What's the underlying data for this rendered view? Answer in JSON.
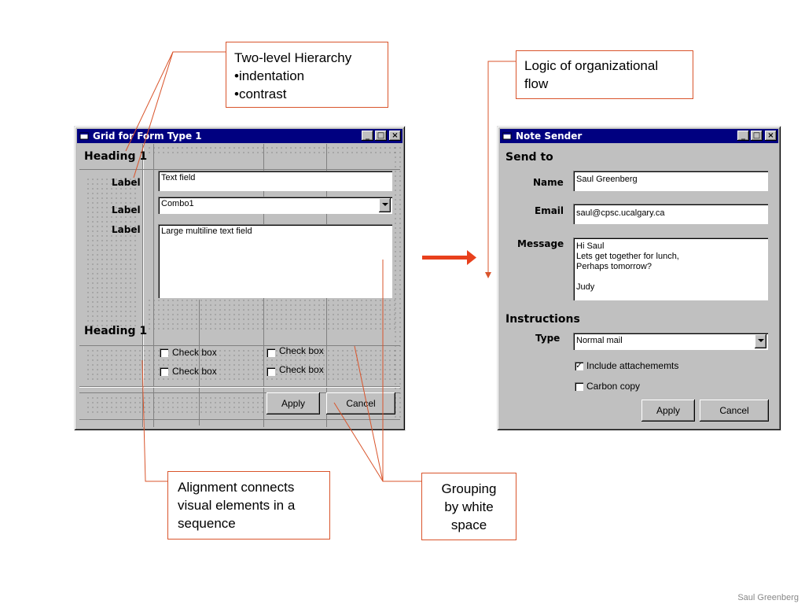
{
  "callouts": {
    "hierarchy": [
      "Two-level Hierarchy",
      "•indentation",
      "•contrast"
    ],
    "logic": [
      "Logic of organizational",
      "flow"
    ],
    "alignment": [
      "Alignment connects",
      "visual elements in a",
      "sequence"
    ],
    "grouping": [
      "Grouping",
      "by white",
      "space"
    ]
  },
  "grid_window": {
    "title": "Grid for Form Type 1",
    "heading1": "Heading 1",
    "heading2": "Heading 1",
    "labels": [
      "Label",
      "Label",
      "Label"
    ],
    "text_field": "Text field",
    "combo": "Combo1",
    "multiline": "Large multiline text field",
    "checkboxes": [
      "Check box",
      "Check box",
      "Check box",
      "Check box"
    ],
    "apply": "Apply",
    "cancel": "Cancel"
  },
  "note_window": {
    "title": "Note Sender",
    "send_to": "Send to",
    "name_label": "Name",
    "name_value": "Saul Greenberg",
    "email_label": "Email",
    "email_value": "saul@cpsc.ucalgary.ca",
    "message_label": "Message",
    "message_value": "Hi Saul\nLets get together for lunch,\nPerhaps tomorrow?\n\nJudy",
    "instructions": "Instructions",
    "type_label": "Type",
    "type_value": "Normal mail",
    "include_attachments": "Include attachememts",
    "include_checked": true,
    "carbon_copy": "Carbon copy",
    "carbon_checked": false,
    "apply": "Apply",
    "cancel": "Cancel"
  },
  "footer": "Saul Greenberg",
  "colors": {
    "callout_border": "#d9542b",
    "titlebar": "#000080",
    "arrow": "#e8401c",
    "window_bg": "#c0c0c0"
  }
}
